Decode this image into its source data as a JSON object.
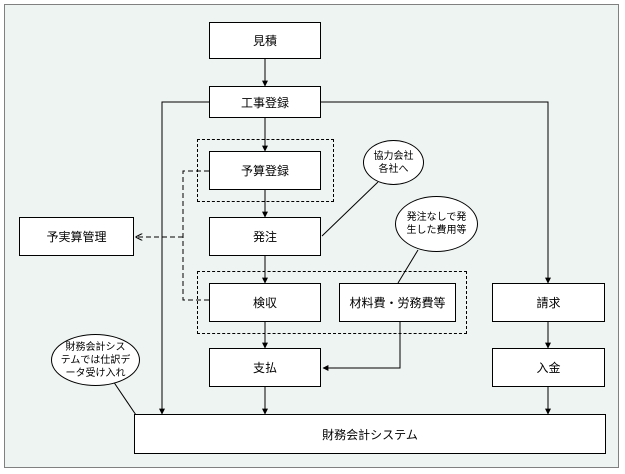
{
  "boxes": {
    "mitsumori": "見積",
    "koji_toroku": "工事登録",
    "yosan_toroku": "予算登録",
    "hatchu": "発注",
    "yojitsu_kanri": "予実算管理",
    "kenshu": "検収",
    "zairyohi": "材料費・労務費等",
    "shiharai": "支払",
    "seikyu": "請求",
    "nyukin": "入金",
    "zaimu_system": "財務会計システム"
  },
  "callouts": {
    "kyoryoku": [
      "協力会社",
      "各社へ"
    ],
    "hatchu_nashi": [
      "発注なしで発",
      "生した費用等"
    ],
    "shiwake": [
      "財務会計シス",
      "テムでは仕訳デ",
      "ータ受け入れ"
    ]
  }
}
